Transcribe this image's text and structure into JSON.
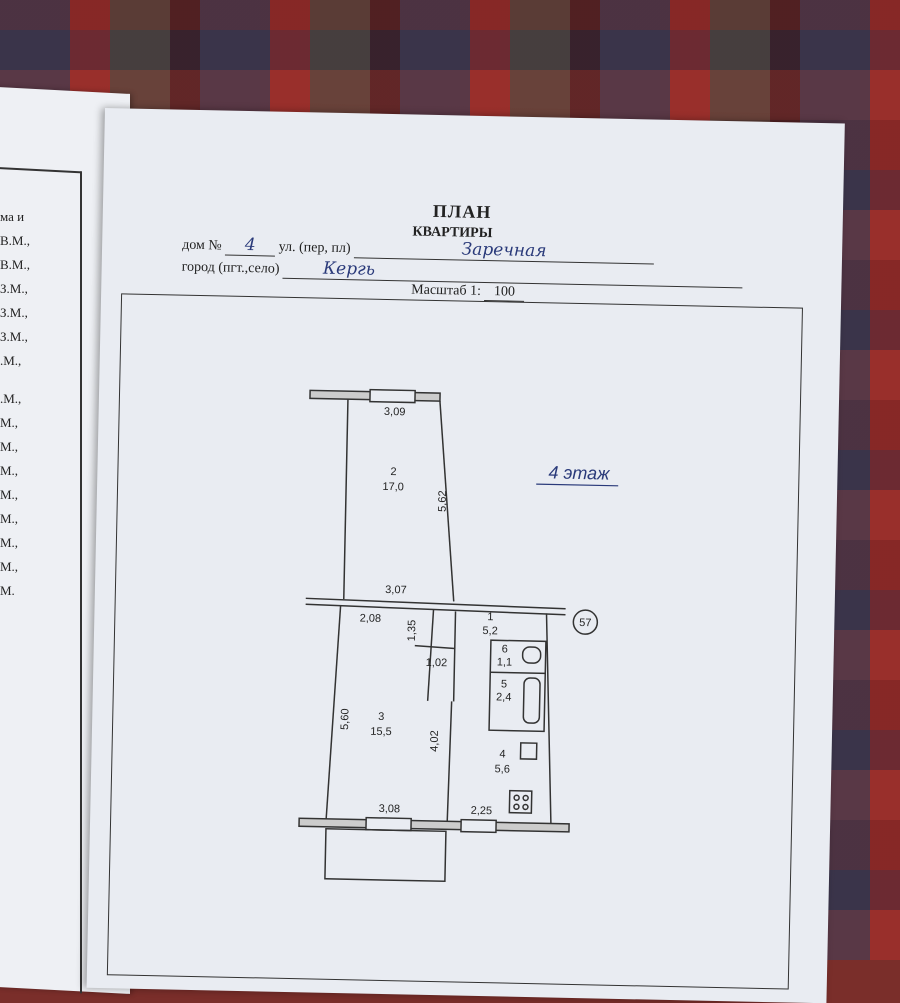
{
  "left_page": {
    "fragments": [
      "ма и",
      "В.М.,",
      "В.М.,",
      "З.М.,",
      "З.М.,",
      "З.М.,",
      ".М.,",
      ".М.,",
      "М.,",
      "М.,",
      "М.,",
      "М.,",
      "М.,",
      "М.,",
      "М.,",
      "М."
    ]
  },
  "header": {
    "title": "ПЛАН",
    "subtitle": "КВАРТИРЫ",
    "house_label": "дом №",
    "house_number": "4",
    "street_label": "ул. (пер, пл)",
    "street_name": "Заречная",
    "city_label": "город (пгт.,село)",
    "city_name": "Кергь",
    "scale_label": "Масштаб 1:",
    "scale_value": "100"
  },
  "floor_plan": {
    "floor_label": "4 этаж",
    "apartment_number": "57",
    "rooms": [
      {
        "number": "2",
        "area": "17,0"
      },
      {
        "number": "3",
        "area": "15,5"
      },
      {
        "number": "1",
        "area": "5,2"
      },
      {
        "number": "6",
        "area": "1,1"
      },
      {
        "number": "5",
        "area": "2,4"
      },
      {
        "number": "4",
        "area": "5,6"
      }
    ],
    "dimensions": [
      "3,09",
      "5,62",
      "3,07",
      "2,08",
      "1,35",
      "1,02",
      "5,60",
      "4,02",
      "3,08",
      "2,25"
    ]
  },
  "colors": {
    "ink": "#222222",
    "handwriting": "#2a3a7a",
    "paper": "#e9ecf2"
  }
}
